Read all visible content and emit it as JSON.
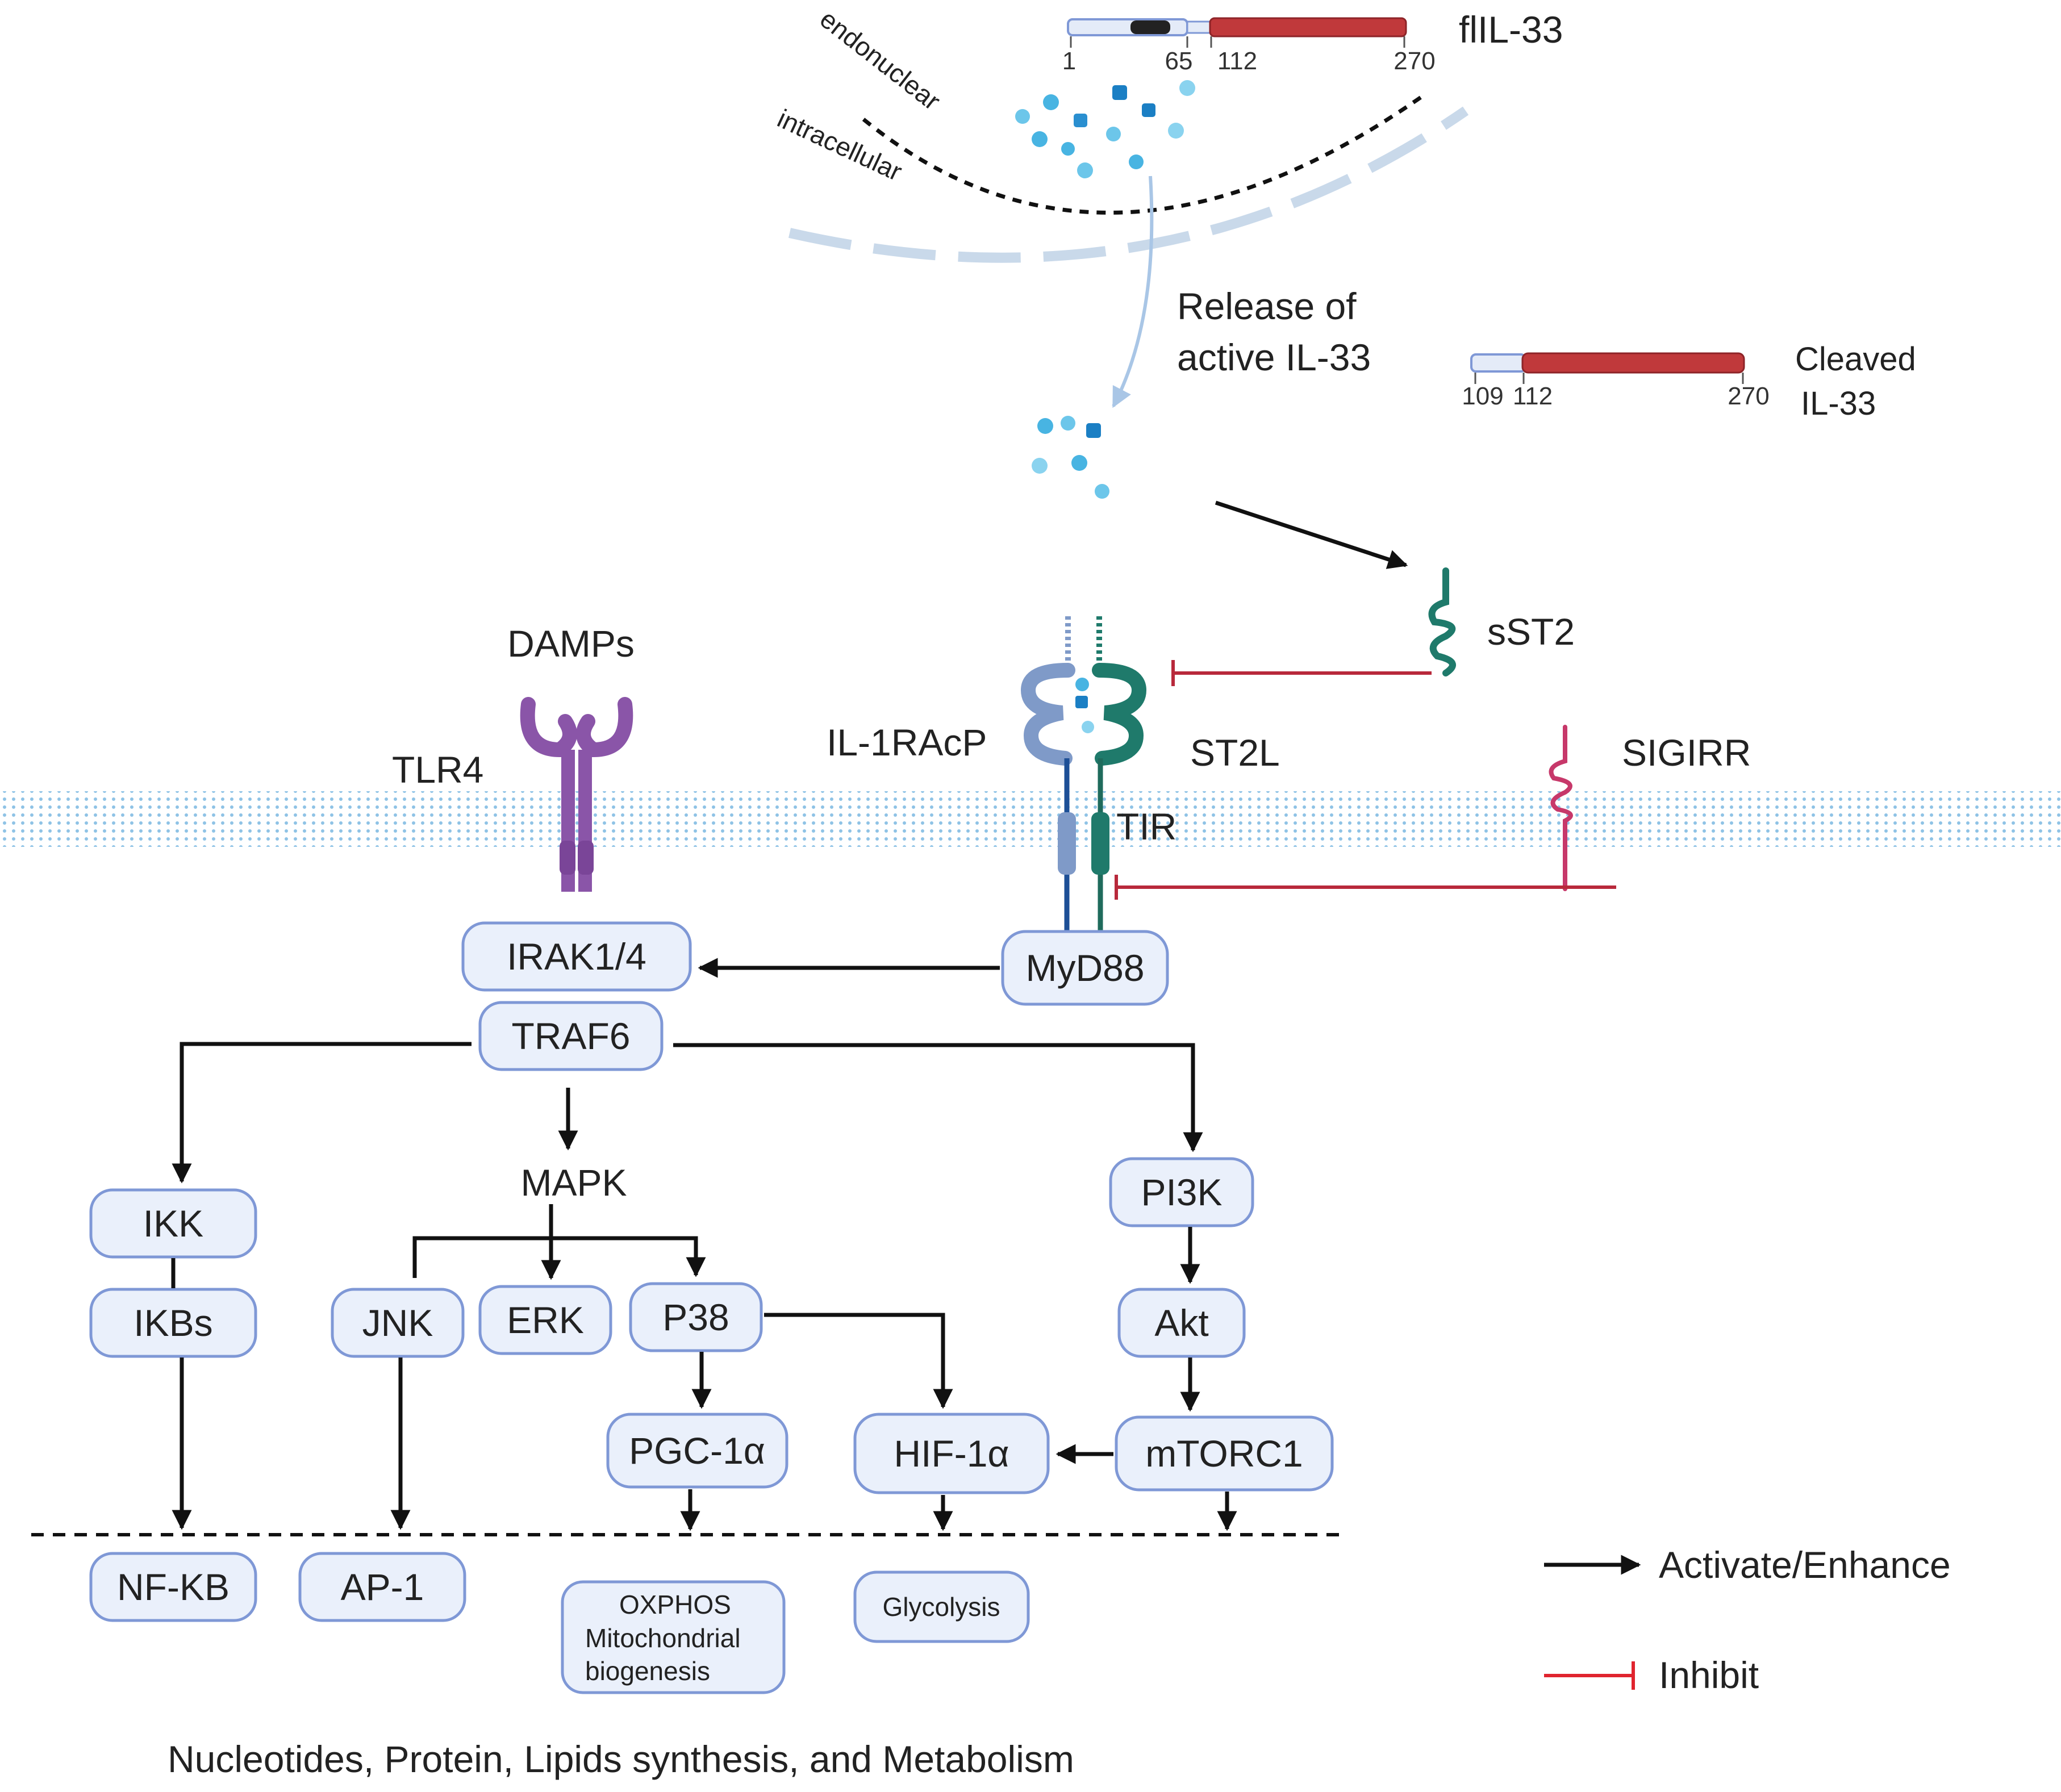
{
  "il33": {
    "full_label": "flIL-33",
    "full_ticks": [
      "1",
      "65",
      "112",
      "270"
    ],
    "compartment_endonuclear": "endonuclear",
    "compartment_intracellular": "intracellular",
    "release_line1": "Release of",
    "release_line2": "active IL-33",
    "cleaved_line1": "Cleaved",
    "cleaved_line2": "IL-33",
    "cleaved_ticks": [
      "109",
      "112",
      "270"
    ]
  },
  "receptors": {
    "damps": "DAMPs",
    "tlr4": "TLR4",
    "il1racp": "IL-1RAcP",
    "st2l": "ST2L",
    "tir": "TIR",
    "sst2": "sST2",
    "sigirr": "SIGIRR"
  },
  "nodes": {
    "irak": "IRAK1/4",
    "myd88": "MyD88",
    "traf6": "TRAF6",
    "ikk": "IKK",
    "ikbs": "IKBs",
    "mapk": "MAPK",
    "jnk": "JNK",
    "erk": "ERK",
    "p38": "P38",
    "pgc1a": "PGC-1α",
    "hif1a": "HIF-1α",
    "pi3k": "PI3K",
    "akt": "Akt",
    "mtorc1": "mTORC1",
    "nfkb": "NF-KB",
    "ap1": "AP-1",
    "oxphos_line1": "OXPHOS",
    "oxphos_line2": "Mitochondrial",
    "oxphos_line3": "biogenesis",
    "glycolysis": "Glycolysis"
  },
  "footer": "Nucleotides, Protein, Lipids synthesis, and Metabolism",
  "legend": {
    "activate": "Activate/Enhance",
    "inhibit": "Inhibit"
  },
  "colors": {
    "node_fill": "#eaf0fb",
    "node_stroke": "#7f98d6",
    "inhibit": "#b8293b",
    "il33_domain": "#c0393b",
    "tlr4": "#8a55a8",
    "st2l": "#1f7a6b",
    "il1racp": "#7f9ac8",
    "membrane": "#8fc3e6"
  }
}
